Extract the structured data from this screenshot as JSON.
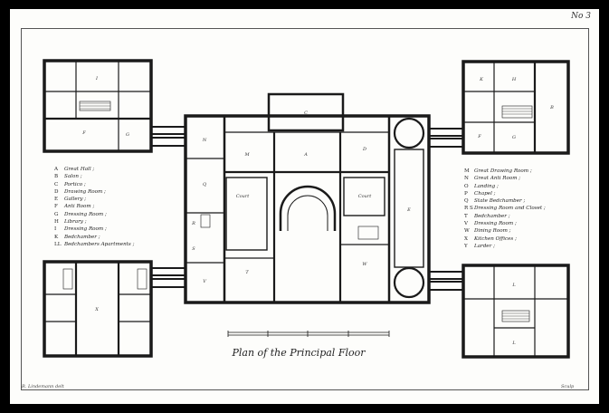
{
  "plate_number": "No 3",
  "caption": "Plan of the Principal Floor",
  "credit_left": "R. Lindemann delt",
  "credit_right": "Sculp",
  "legend_left": [
    {
      "key": "A",
      "text": "Great Hall ;"
    },
    {
      "key": "B",
      "text": "Salon ;"
    },
    {
      "key": "C",
      "text": "Portico ;"
    },
    {
      "key": "D",
      "text": "Drawing Room ;"
    },
    {
      "key": "E",
      "text": "Gallery ;"
    },
    {
      "key": "F",
      "text": "Anti Room ;"
    },
    {
      "key": "G",
      "text": "Dressing Room ;"
    },
    {
      "key": "H",
      "text": "Library ;"
    },
    {
      "key": "I",
      "text": "Dressing Room ;"
    },
    {
      "key": "K",
      "text": "Bedchamber ;"
    },
    {
      "key": "LL",
      "text": "Bedchambers Apartments ;"
    }
  ],
  "legend_right": [
    {
      "key": "M",
      "text": "Great Drawing Room ;"
    },
    {
      "key": "N",
      "text": "Great Anti Room ;"
    },
    {
      "key": "O",
      "text": "Landing ;"
    },
    {
      "key": "P",
      "text": "Chapel ;"
    },
    {
      "key": "Q",
      "text": "State Bedchamber ;"
    },
    {
      "key": "R S",
      "text": "Dressing Room and Closet ;"
    },
    {
      "key": "T",
      "text": "Bedchamber ;"
    },
    {
      "key": "V",
      "text": "Dressing Room ;"
    },
    {
      "key": "W",
      "text": "Dining Room ;"
    },
    {
      "key": "X",
      "text": "Kitchen Offices ;"
    },
    {
      "key": "Y",
      "text": "Larder ;"
    }
  ],
  "room_labels": {
    "court_left": "Court",
    "court_right": "Court",
    "court_label_left": "Court",
    "hall": "A",
    "portico": "C",
    "salon_left": "M",
    "salon_right": "D",
    "gallery": "E",
    "anteroom": "N",
    "bedchamber": "Q",
    "dining": "W",
    "closet_r": "R",
    "closet_s": "S",
    "dressing_v": "V",
    "bed_t": "T",
    "tw_i": "I",
    "tw_f": "F",
    "tw_g": "G",
    "te_k": "K",
    "te_h": "H",
    "te_f": "F",
    "te_g": "G",
    "te_b": "B",
    "bw_x": "X",
    "be_l1": "L",
    "be_l2": "L"
  },
  "scale_bar": "scale"
}
